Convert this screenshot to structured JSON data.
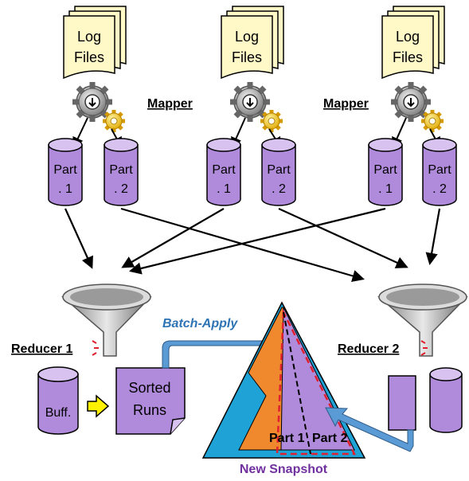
{
  "colors": {
    "log_paper": "#FFF9C8",
    "cylinder_fill": "#B18BDB",
    "cylinder_top": "#D8C2F0",
    "reducer_label": "#000000",
    "batch_arrow": "#5B9BD5",
    "batch_text": "#2E74B5",
    "triangle_outer": "#1FA3D6",
    "triangle_orange": "#F0882E",
    "triangle_purple": "#B18BDB",
    "new_snapshot": "#7030A0",
    "dashed_outline": "#E0202E",
    "yellow_arrow": "#FFF200"
  },
  "log_groups": [
    {
      "label_line1": "Log",
      "label_line2": "Files"
    },
    {
      "label_line1": "Log",
      "label_line2": "Files"
    },
    {
      "label_line1": "Log",
      "label_line2": "Files"
    }
  ],
  "mapper_labels": [
    "Mapper",
    "Mapper"
  ],
  "partitions": [
    {
      "line1": "Part",
      "line2": ". 1"
    },
    {
      "line1": "Part",
      "line2": ". 2"
    },
    {
      "line1": "Part",
      "line2": ". 1"
    },
    {
      "line1": "Part",
      "line2": ". 2"
    },
    {
      "line1": "Part",
      "line2": ". 1"
    },
    {
      "line1": "Part",
      "line2": ". 2"
    }
  ],
  "reducer1": {
    "label": "Reducer 1"
  },
  "reducer2": {
    "label": "Reducer 2"
  },
  "buffer_label": "Buff.",
  "sorted_runs": {
    "line1": "Sorted",
    "line2": "Runs"
  },
  "batch_apply": "Batch-Apply",
  "part1_label": "Part 1",
  "part2_label": "Part 2",
  "new_snapshot": "New Snapshot",
  "icons": [
    "gear-icon",
    "funnel-icon",
    "warning-dots-icon"
  ]
}
